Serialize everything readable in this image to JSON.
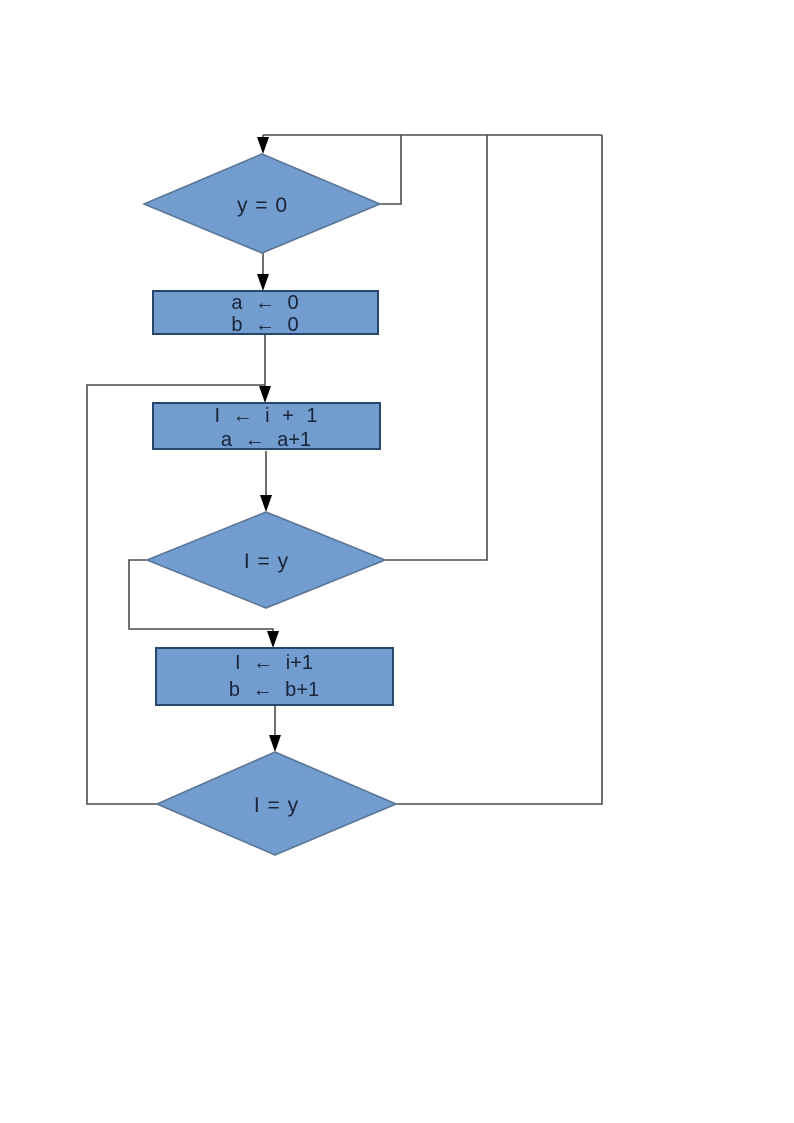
{
  "page": {
    "background": "#ffffff",
    "type": "flowchart-page"
  },
  "colors": {
    "node_fill": "#739ccf",
    "decision_border": "#5a7697",
    "process_border": "#27466b",
    "connector": "#4c4c4c",
    "arrowhead": "#000000",
    "text": "#18243a"
  },
  "flowchart": {
    "nodes": [
      {
        "id": "decision-y-eq-0",
        "type": "decision",
        "label": "y = 0"
      },
      {
        "id": "process-init-a-b",
        "type": "process",
        "lines": [
          "a ← 0",
          "b ← 0"
        ]
      },
      {
        "id": "process-inc-i-a",
        "type": "process",
        "lines": [
          "I ← i + 1",
          "a ← a+1"
        ]
      },
      {
        "id": "decision-i-eq-y-1",
        "type": "decision",
        "label": "I = y"
      },
      {
        "id": "process-inc-i-b",
        "type": "process",
        "lines": [
          "I ← i+1",
          "b ← b+1"
        ]
      },
      {
        "id": "decision-i-eq-y-2",
        "type": "decision",
        "label": "I = y"
      }
    ],
    "edges": [
      {
        "from": "decision-y-eq-0",
        "branch": "right",
        "to": "decision-y-eq-0",
        "route": "up-and-over-top"
      },
      {
        "from": "decision-y-eq-0",
        "branch": "bottom",
        "to": "process-init-a-b"
      },
      {
        "from": "process-init-a-b",
        "branch": "bottom",
        "to": "process-inc-i-a"
      },
      {
        "from": "process-inc-i-a",
        "branch": "bottom",
        "to": "decision-i-eq-y-1"
      },
      {
        "from": "decision-i-eq-y-1",
        "branch": "right",
        "to": "decision-y-eq-0",
        "route": "up-and-over-top"
      },
      {
        "from": "decision-i-eq-y-1",
        "branch": "left",
        "to": "process-inc-i-b"
      },
      {
        "from": "process-inc-i-b",
        "branch": "bottom",
        "to": "decision-i-eq-y-2"
      },
      {
        "from": "decision-i-eq-y-2",
        "branch": "right",
        "to": "decision-y-eq-0",
        "route": "up-and-over-top"
      },
      {
        "from": "decision-i-eq-y-2",
        "branch": "left",
        "to": "process-inc-i-a",
        "route": "up-left-side"
      }
    ]
  }
}
